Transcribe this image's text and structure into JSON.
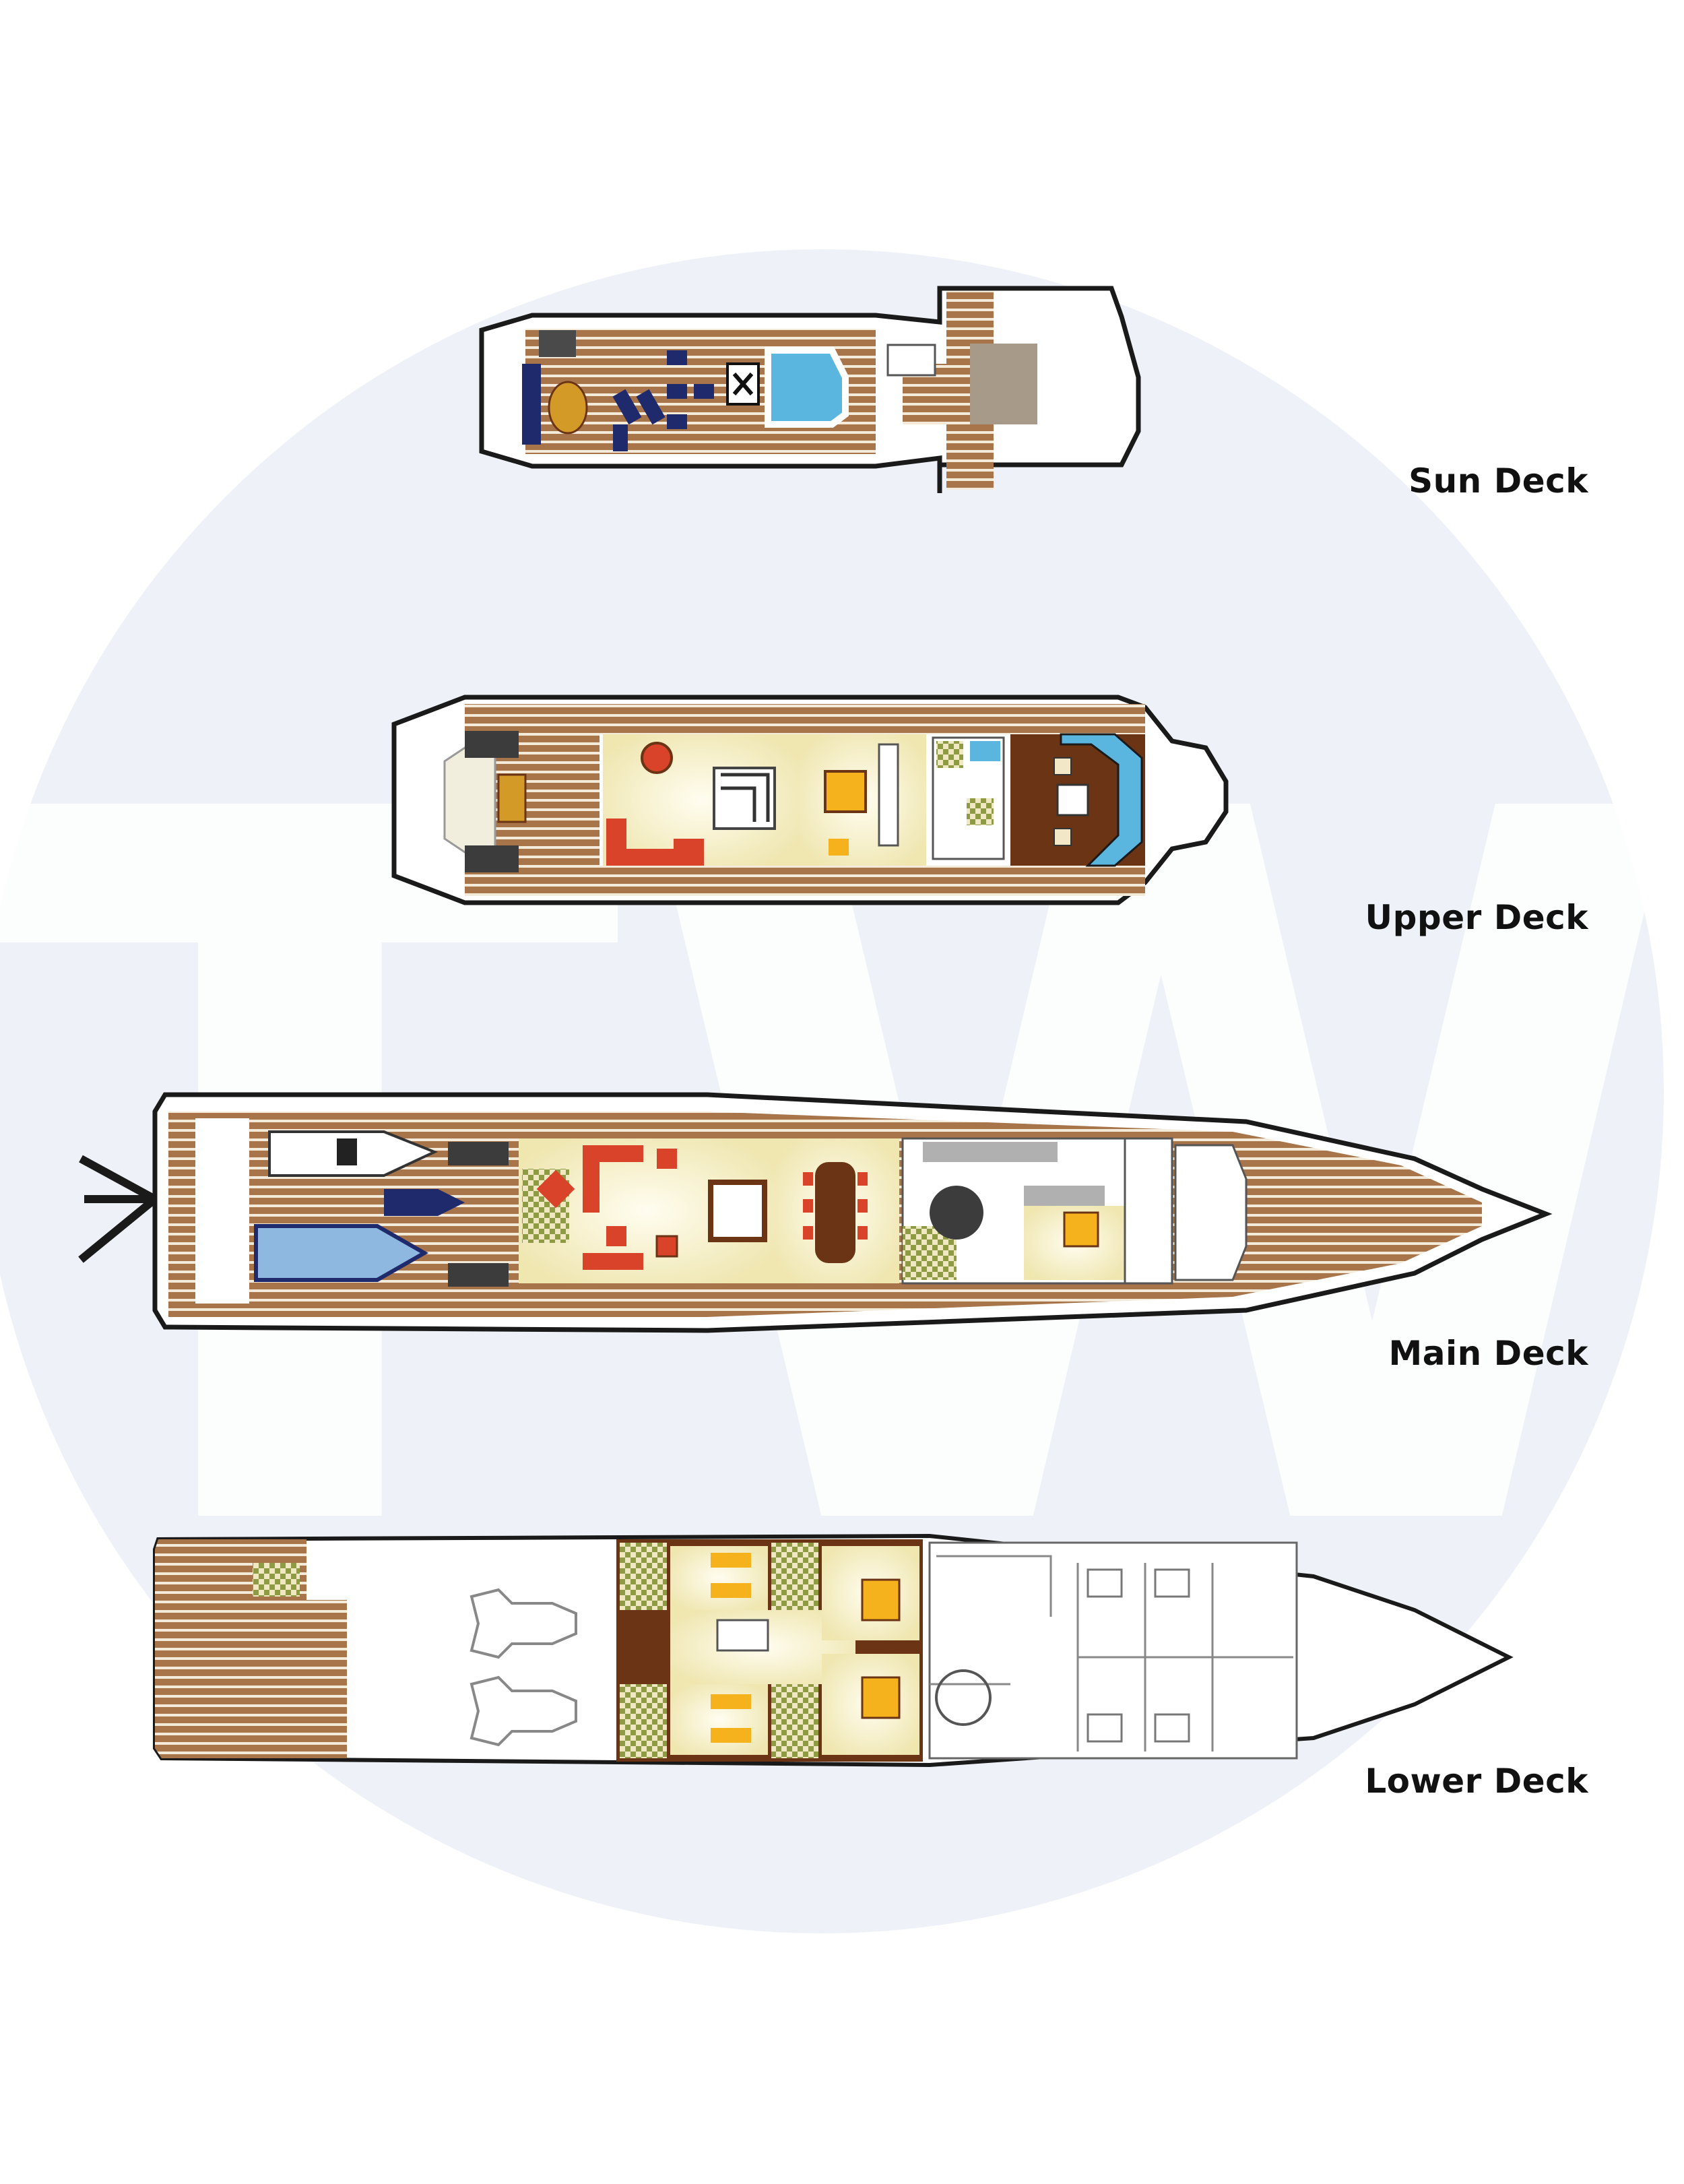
{
  "watermark": {
    "text": "TW"
  },
  "decks": [
    {
      "id": "sun",
      "label": "Sun Deck"
    },
    {
      "id": "upper",
      "label": "Upper Deck"
    },
    {
      "id": "main",
      "label": "Main Deck"
    },
    {
      "id": "lower",
      "label": "Lower Deck"
    }
  ],
  "colors": {
    "teak": "#a8744a",
    "teak_stripe": "#f3ead9",
    "interior": "#f7f1c9",
    "hull_fill": "#ffffff",
    "hull_stroke": "#1a1a1a",
    "pool": "#5ab6de",
    "sofa_red": "#d8432a",
    "bed_yellow": "#f5b21c",
    "navy_furniture": "#1e2a6b",
    "wood_dark": "#6b3414",
    "check_green": "#8f9a45",
    "watermark_disc": "#eef2f8"
  }
}
